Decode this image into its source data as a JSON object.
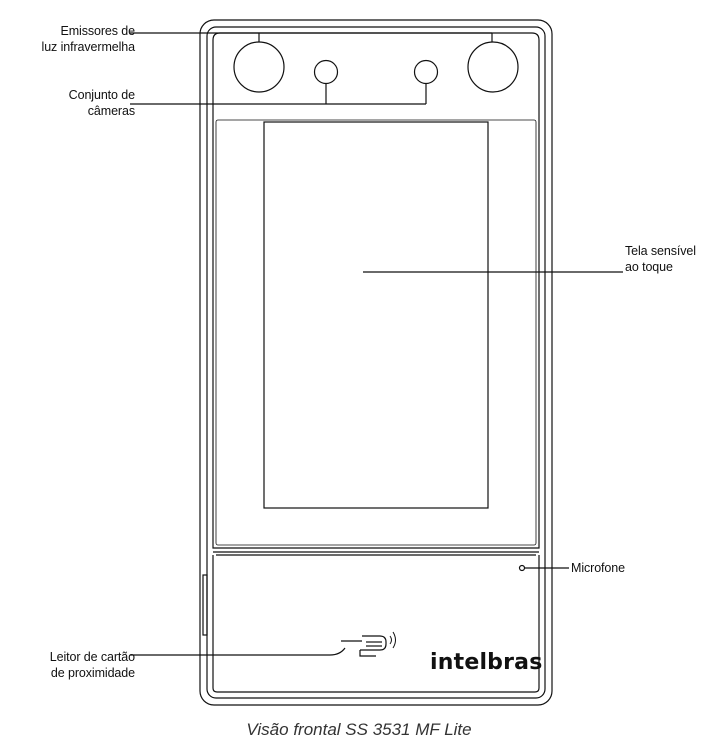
{
  "labels": {
    "emissores": [
      "Emissores de",
      "luz infravermelha"
    ],
    "cameras": [
      "Conjunto de",
      "câmeras"
    ],
    "tela": [
      "Tela sensível",
      "ao toque"
    ],
    "microfone": [
      "Microfone"
    ],
    "leitor": [
      "Leitor de cartão",
      "de proximidade"
    ]
  },
  "brand": "intelbras",
  "caption": "Visão frontal SS 3531 MF Lite",
  "colors": {
    "line": "#111111",
    "caption": "#333333"
  }
}
